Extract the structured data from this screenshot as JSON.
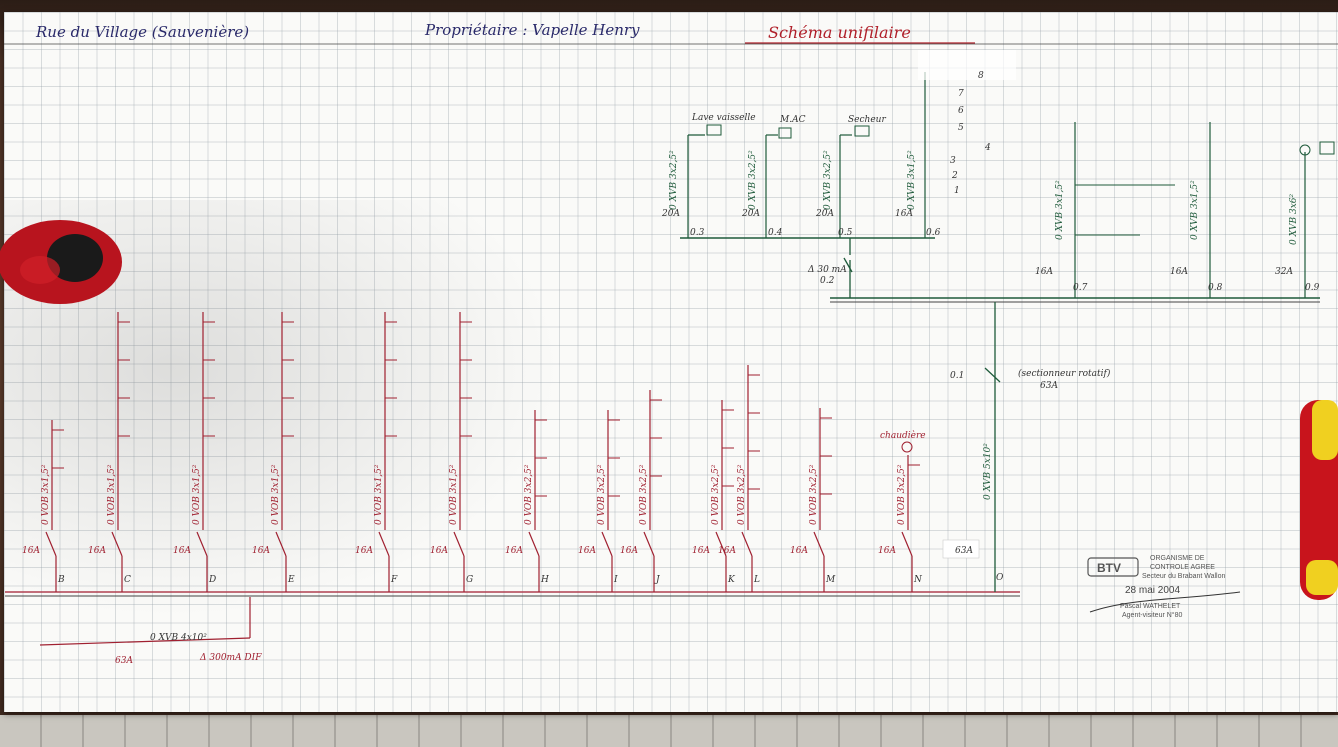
{
  "header": {
    "address": "Rue du Village (Sauvenière)",
    "owner": "Propriétaire : Vapelle Henry",
    "title": "Schéma unifilaire"
  },
  "colors": {
    "red_ink": "#a02030",
    "green_ink": "#1e5a3a",
    "paper": "#fafaf8",
    "grid": "#9aa0aa"
  },
  "main_feed": {
    "cable": "0 XVB 4x10²",
    "protection": "63A",
    "differential": "Δ 300mA DIF"
  },
  "sub_feed": {
    "circuit": "0.1",
    "note": "(sectionneur rotatif)",
    "rating": "63A",
    "cable": "0 XVB 5x10²",
    "rating_box": "63A",
    "letter": "O"
  },
  "upper_board": {
    "differential": "Δ 30 mA",
    "diff_label": "0.2",
    "labels_top": [
      "Lave vaisselle",
      "M.AC",
      "Secheur"
    ],
    "circuits": [
      {
        "id": "0.3",
        "rating": "20A",
        "cable": "0 XVB 3x2,5²"
      },
      {
        "id": "0.4",
        "rating": "20A",
        "cable": "0 XVB 3x2,5²"
      },
      {
        "id": "0.5",
        "rating": "20A",
        "cable": "0 XVB 3x2,5²"
      },
      {
        "id": "0.6",
        "rating": "16A",
        "cable": "0 XVB 3x1,5²"
      },
      {
        "id": "0.7",
        "rating": "16A",
        "cable": "0 XVB 3x1,5²"
      },
      {
        "id": "0.8",
        "rating": "16A",
        "cable": "0 XVB 3x1,5²"
      },
      {
        "id": "0.9",
        "rating": "32A",
        "cable": "0 XVB 3x6²"
      }
    ],
    "point_numbers": [
      "8",
      "7",
      "6",
      "5",
      "4",
      "3",
      "2",
      "1"
    ]
  },
  "lower_board": {
    "circuits": [
      {
        "letter": "B",
        "rating": "16A",
        "cable": "0 VOB 3x1,5²"
      },
      {
        "letter": "C",
        "rating": "16A",
        "cable": "0 VOB 3x1,5²"
      },
      {
        "letter": "D",
        "rating": "16A",
        "cable": "0 VOB 3x1,5²"
      },
      {
        "letter": "E",
        "rating": "16A",
        "cable": "0 VOB 3x1,5²"
      },
      {
        "letter": "F",
        "rating": "16A",
        "cable": "0 VOB 3x1,5²"
      },
      {
        "letter": "G",
        "rating": "16A",
        "cable": "0 VOB 3x1,5²"
      },
      {
        "letter": "H",
        "rating": "16A",
        "cable": "0 VOB 3x2,5²"
      },
      {
        "letter": "I",
        "rating": "16A",
        "cable": "0 VOB 3x2,5²"
      },
      {
        "letter": "J",
        "rating": "16A",
        "cable": "0 VOB 3x2,5²"
      },
      {
        "letter": "K",
        "rating": "16A",
        "cable": "0 VOB 3x2,5²"
      },
      {
        "letter": "L",
        "rating": "16A",
        "cable": "0 VOB 3x2,5²"
      },
      {
        "letter": "M",
        "rating": "16A",
        "cable": "0 VOB 3x2,5²"
      },
      {
        "letter": "N",
        "rating": "16A",
        "cable": "0 VOB 3x2,5²"
      }
    ],
    "boiler_label": "chaudière"
  },
  "stamp": {
    "logo": "BTV",
    "org_line1": "ORGANISME DE",
    "org_line2": "CONTROLE AGREE",
    "org_line3": "Secteur du Brabant Wallon",
    "date": "28 mai 2004",
    "inspector": "Pascal WATHELET",
    "role": "Agent-visiteur N°80"
  }
}
